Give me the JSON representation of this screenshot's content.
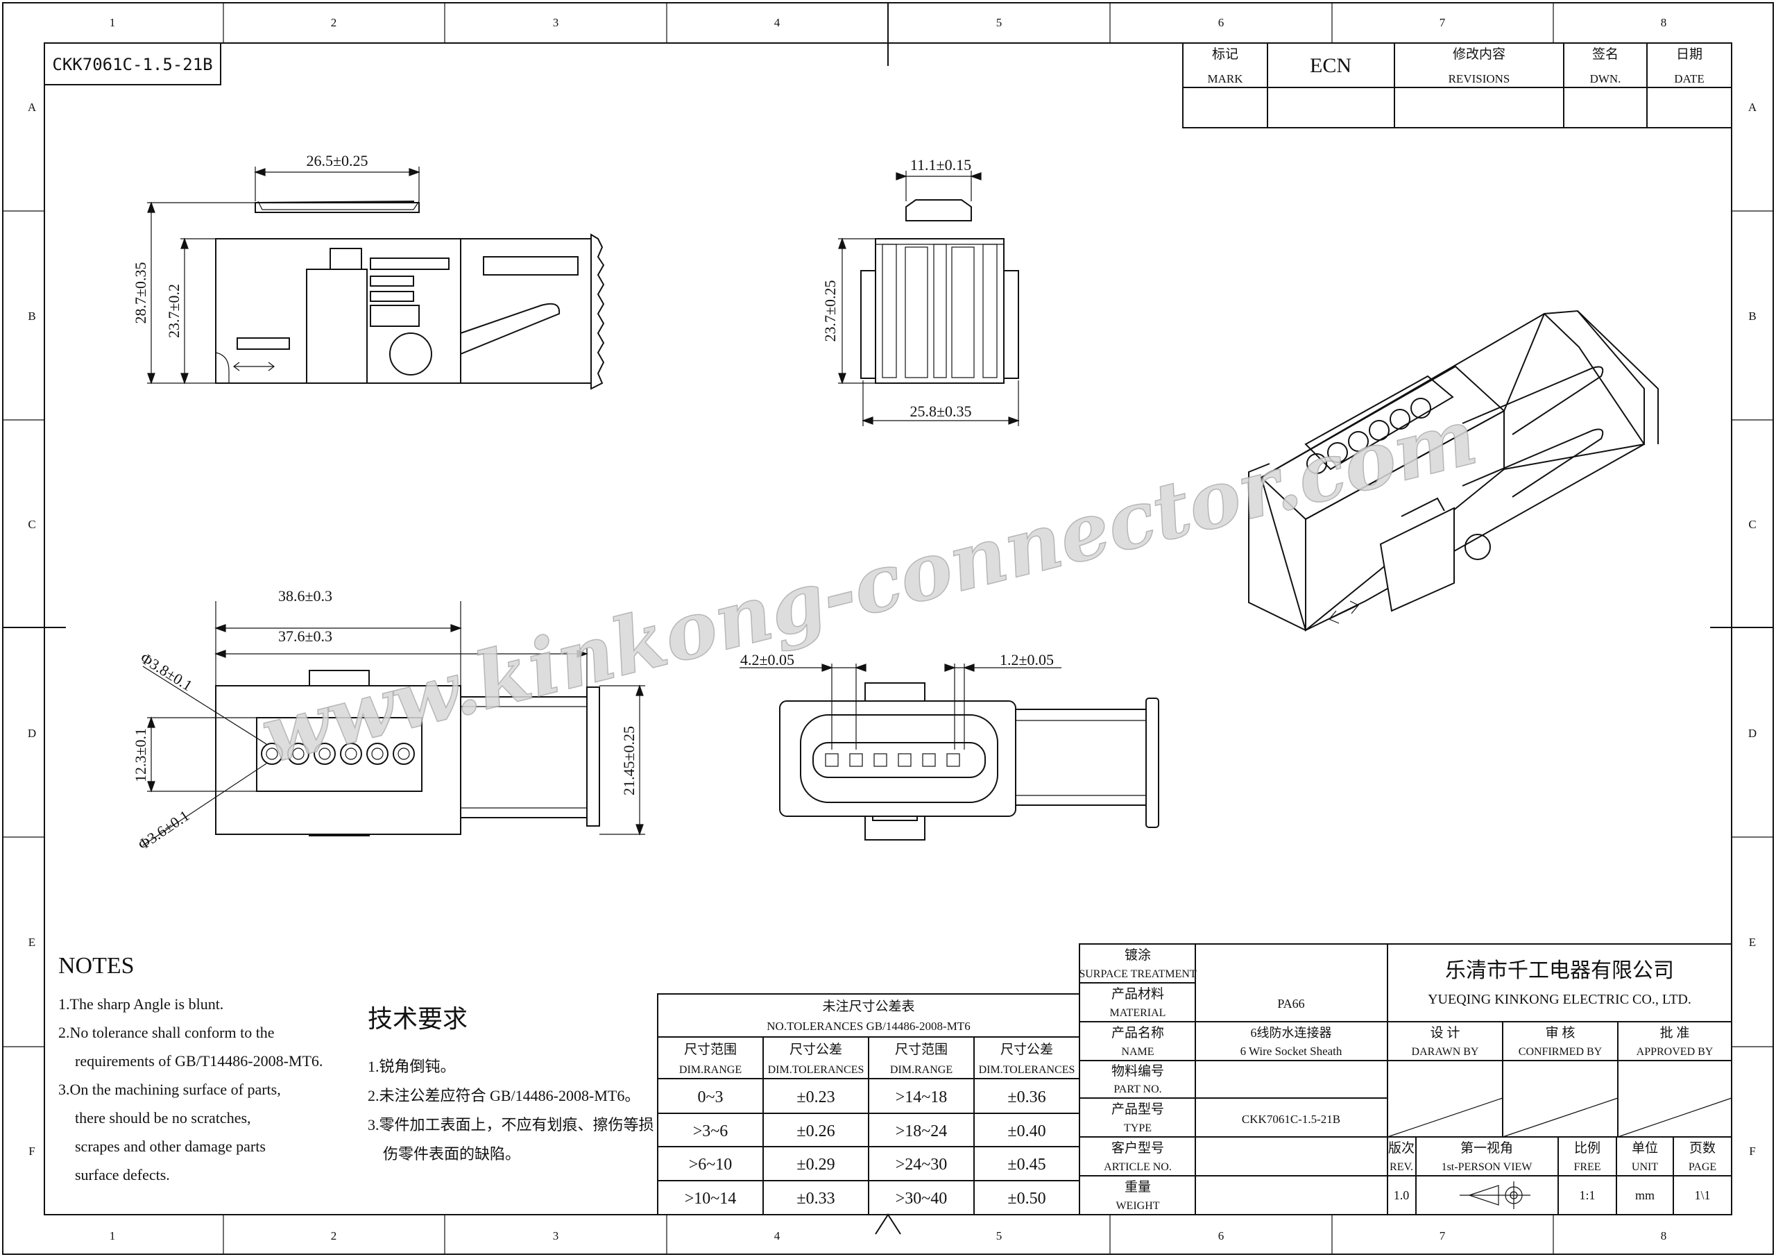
{
  "drawing_number": "CKK7061C-1.5-21B",
  "border": {
    "columns": [
      "1",
      "2",
      "3",
      "4",
      "5",
      "6",
      "7",
      "8"
    ],
    "rows": [
      "A",
      "B",
      "C",
      "D",
      "E",
      "F"
    ]
  },
  "revision_block": {
    "mark_cn": "标记",
    "mark_en": "MARK",
    "ecn": "ECN",
    "revisions_cn": "修改内容",
    "revisions_en": "REVISIONS",
    "dwn_cn": "签名",
    "dwn_en": "DWN.",
    "date_cn": "日期",
    "date_en": "DATE"
  },
  "dimensions": {
    "side_width": "26.5±0.25",
    "side_height_outer": "28.7±0.35",
    "side_height_inner": "23.7±0.2",
    "front_top": "11.1±0.15",
    "front_height": "23.7±0.25",
    "front_width": "25.8±0.35",
    "bottom_len_outer": "38.6±0.3",
    "bottom_len_inner": "37.6±0.3",
    "bottom_dia_a": "Φ3.8±0.1",
    "bottom_dia_b": "Φ3.6±0.1",
    "bottom_height_inner": "12.3±0.1",
    "bottom_height_outer": "21.45±0.25",
    "face_pitch": "4.2±0.05",
    "face_gap": "1.2±0.05"
  },
  "watermark": "www.kinkong-connector.com",
  "notes": {
    "title": "NOTES",
    "lines": [
      "1.The sharp Angle is blunt.",
      "2.No tolerance shall conform to the",
      "requirements of GB/T14486-2008-MT6.",
      "3.On the machining surface of parts,",
      "there should be no scratches,",
      "scrapes and other damage parts",
      "surface defects."
    ]
  },
  "tech_requirements": {
    "title": "技术要求",
    "lines": [
      "1.锐角倒钝。",
      "2.未注公差应符合 GB/14486-2008-MT6。",
      "3.零件加工表面上，不应有划痕、擦伤等损",
      "伤零件表面的缺陷。"
    ]
  },
  "tolerance_table": {
    "title_cn": "未注尺寸公差表",
    "title_en": "NO.TOLERANCES GB/14486-2008-MT6",
    "headers": [
      {
        "cn": "尺寸范围",
        "en": "DIM.RANGE"
      },
      {
        "cn": "尺寸公差",
        "en": "DIM.TOLERANCES"
      },
      {
        "cn": "尺寸范围",
        "en": "DIM.RANGE"
      },
      {
        "cn": "尺寸公差",
        "en": "DIM.TOLERANCES"
      }
    ],
    "rows": [
      [
        "0~3",
        "±0.23",
        ">14~18",
        "±0.36"
      ],
      [
        ">3~6",
        "±0.26",
        ">18~24",
        "±0.40"
      ],
      [
        ">6~10",
        "±0.29",
        ">24~30",
        "±0.45"
      ],
      [
        ">10~14",
        "±0.33",
        ">30~40",
        "±0.50"
      ]
    ]
  },
  "title_block": {
    "fields": [
      {
        "cn": "镀涂",
        "en": "SURPACE TREATMENT",
        "value": ""
      },
      {
        "cn": "产品材料",
        "en": "MATERIAL",
        "value": "PA66"
      },
      {
        "cn": "产品名称",
        "en": "NAME",
        "value": "6线防水连接器",
        "value2": "6 Wire Socket Sheath"
      },
      {
        "cn": "物料编号",
        "en": "PART NO.",
        "value": ""
      },
      {
        "cn": "产品型号",
        "en": "TYPE",
        "value": "CKK7061C-1.5-21B"
      },
      {
        "cn": "客户型号",
        "en": "ARTICLE NO.",
        "value": ""
      },
      {
        "cn": "重量",
        "en": "WEIGHT",
        "value": ""
      }
    ],
    "company_cn": "乐清市千工电器有限公司",
    "company_en": "YUEQING KINKONG ELECTRIC CO., LTD.",
    "sign": [
      {
        "cn": "设 计",
        "en": "DARAWN BY"
      },
      {
        "cn": "审 核",
        "en": "CONFIRMED BY"
      },
      {
        "cn": "批 准",
        "en": "APPROVED BY"
      }
    ],
    "info_headers": [
      {
        "cn": "版次",
        "en": "REV."
      },
      {
        "cn": "第一视角",
        "en": "1st-PERSON VIEW"
      },
      {
        "cn": "比例",
        "en": "FREE"
      },
      {
        "cn": "单位",
        "en": "UNIT"
      },
      {
        "cn": "页数",
        "en": "PAGE"
      }
    ],
    "info_values": {
      "rev": "1.0",
      "scale": "1:1",
      "unit": "mm",
      "page": "1\\1"
    }
  }
}
